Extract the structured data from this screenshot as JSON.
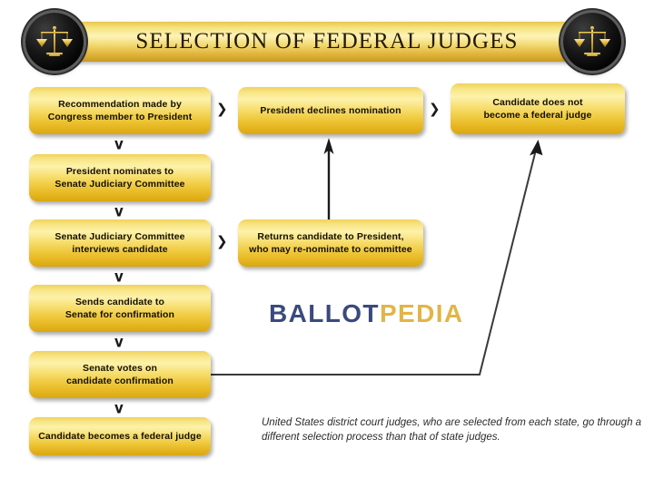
{
  "header": {
    "title": "Selection of Federal Judges",
    "left_emblem": "scales-of-justice-icon",
    "right_emblem": "scales-of-justice-icon"
  },
  "flowchart": {
    "nodes": [
      {
        "id": "recommendation",
        "label": "Recommendation made by\nCongress member to President"
      },
      {
        "id": "president-nominates",
        "label": "President nominates to\nSenate Judiciary Committee"
      },
      {
        "id": "committee-interviews",
        "label": "Senate Judiciary Committee\ninterviews candidate"
      },
      {
        "id": "sends-candidate",
        "label": "Sends candidate to\nSenate for confirmation"
      },
      {
        "id": "senate-votes",
        "label": "Senate votes on\ncandidate confirmation"
      },
      {
        "id": "becomes-judge",
        "label": "Candidate becomes a federal judge"
      },
      {
        "id": "declines-nomination",
        "label": "President declines nomination"
      },
      {
        "id": "returns-candidate",
        "label": "Returns candidate to President,\nwho may re-nominate to committee"
      },
      {
        "id": "not-a-judge",
        "label": "Candidate does not\nbecome a federal judge"
      }
    ],
    "chevrons": {
      "down": "v",
      "right": "❯"
    }
  },
  "logo": {
    "part_one": "BALLOT",
    "part_two": "PEDIA",
    "color_one": "#3a4a7e",
    "color_two": "#e2b545"
  },
  "footnote": {
    "text": "United States district court judges, who are selected from each state, go through a different selection process than that of state judges."
  },
  "colors": {
    "gold_light": "#fdf2ab",
    "gold_mid": "#f6dd6d",
    "gold_deep": "#d9a712",
    "banner_gold": "#e2b63c",
    "text_dark": "#140f02",
    "arrow": "#1a1a1a",
    "background": "#ffffff"
  }
}
